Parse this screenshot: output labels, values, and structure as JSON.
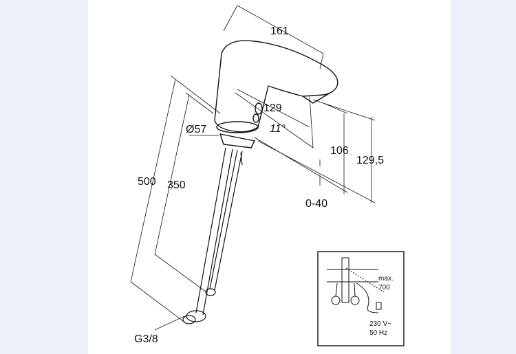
{
  "dimensions": {
    "spout_length": "161",
    "spout_reach": "129",
    "angle": "11°",
    "diameter": "Ø57",
    "height_outlet": "106",
    "height_total": "129,5",
    "deck_thickness": "0-40",
    "hose_length": "500",
    "shank_length": "350",
    "connection": "G3/8"
  },
  "inset": {
    "max_label": "max.",
    "max_value": "700",
    "voltage": "230 V~",
    "frequency": "50 Hz"
  },
  "colors": {
    "margin": "#ecf1f9",
    "line": "#111111"
  }
}
